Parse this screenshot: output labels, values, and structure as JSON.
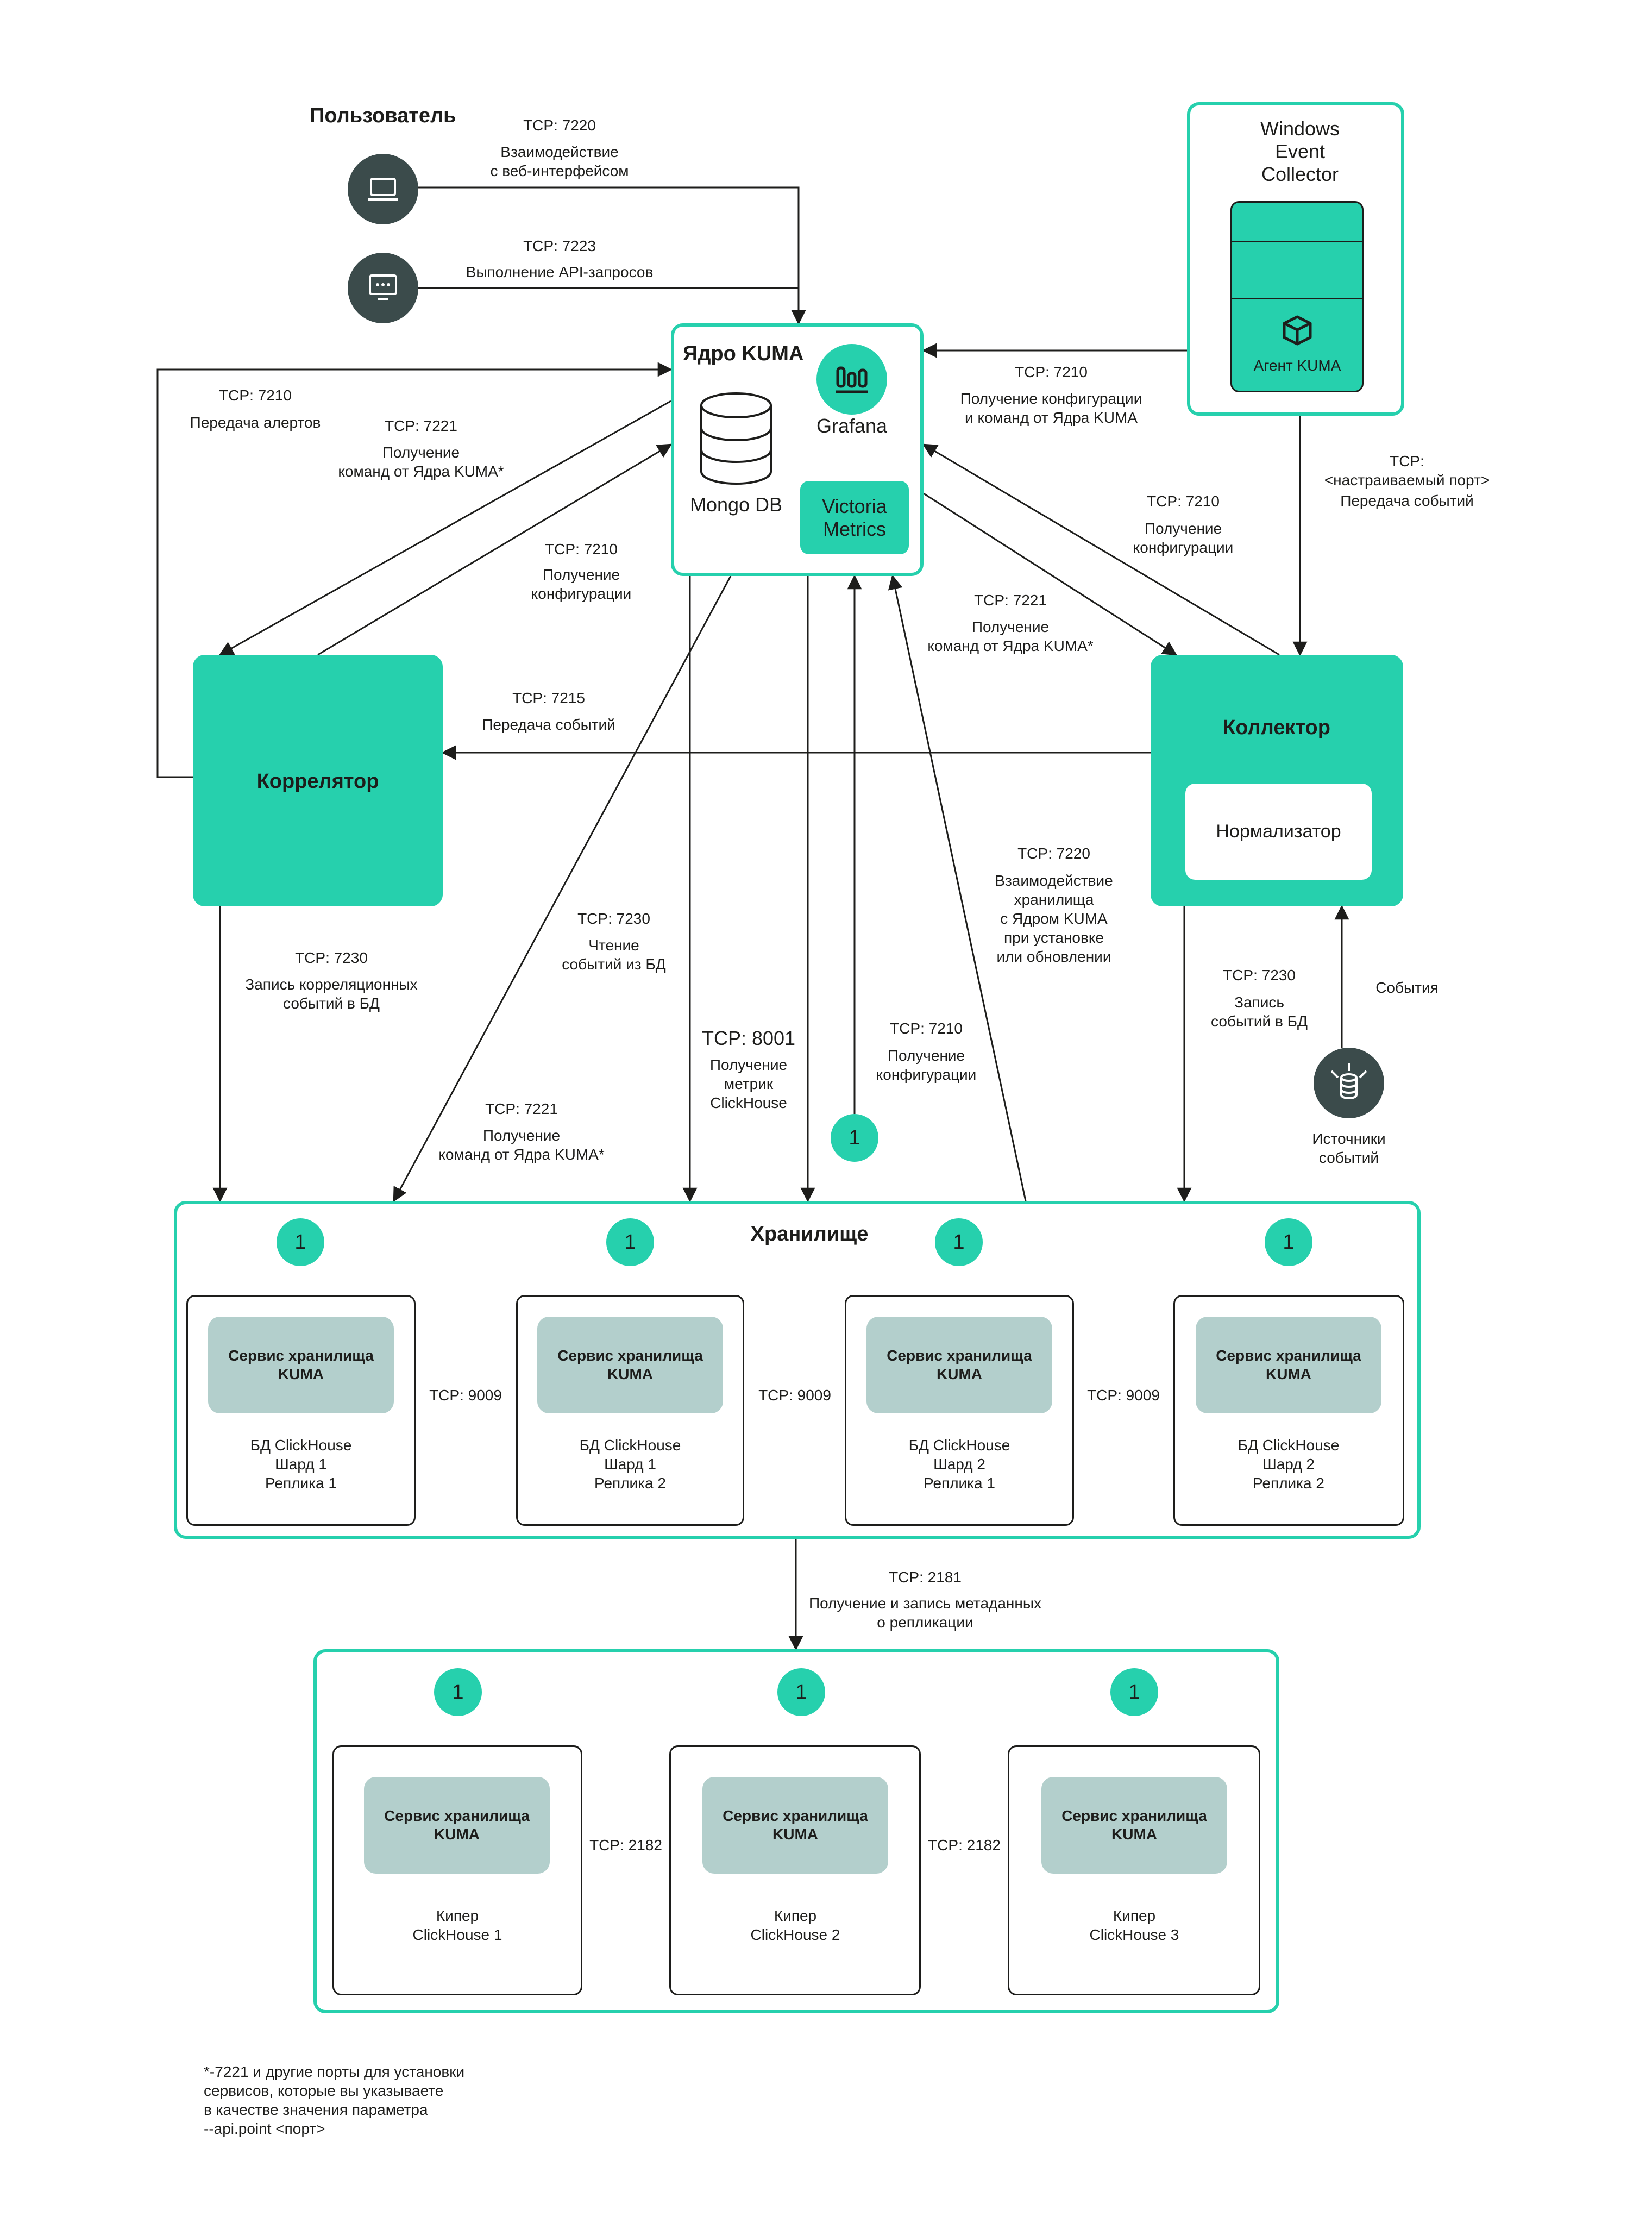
{
  "user": {
    "title": "Пользователь",
    "web": {
      "port": "TCP: 7220",
      "desc": "Взаимодействие\nс веб-интерфейсом"
    },
    "api": {
      "port": "TCP: 7223",
      "desc": "Выполнение API-запросов"
    }
  },
  "core": {
    "title": "Ядро KUMA",
    "mongo": "Mongo DB",
    "grafana": "Grafana",
    "victoria": "Victoria\nMetrics"
  },
  "wec": {
    "title": "Windows\nEvent\nCollector",
    "agent": "Агент KUMA"
  },
  "correlator": {
    "title": "Коррелятор"
  },
  "collector": {
    "title": "Коллектор",
    "normalizer": "Нормализатор"
  },
  "sources": {
    "title": "Источники\nсобытий",
    "events": "События"
  },
  "links": {
    "alerts": {
      "port": "TCP: 7210",
      "desc": "Передача алертов"
    },
    "corr_cmd": {
      "port": "TCP: 7221",
      "desc": "Получение\nкоманд от Ядра KUMA*"
    },
    "corr_cfg": {
      "port": "TCP: 7210",
      "desc": "Получение\nконфигурации"
    },
    "agent_cfg": {
      "port": "TCP: 7210",
      "desc": "Получение конфигурации\nи команд от Ядра KUMA"
    },
    "custom_port": {
      "port": "TCP:\n<настраиваемый порт>",
      "desc": "Передача событий"
    },
    "coll_cfg": {
      "port": "TCP: 7210",
      "desc": "Получение\nконфигурации"
    },
    "coll_cmd": {
      "port": "TCP: 7221",
      "desc": "Получение\nкоманд от Ядра KUMA*"
    },
    "event_tx": {
      "port": "TCP: 7215",
      "desc": "Передача событий"
    },
    "corr_write": {
      "port": "TCP: 7230",
      "desc": "Запись корреляционных\nсобытий в БД"
    },
    "read_events": {
      "port": "TCP: 7230",
      "desc": "Чтение\nсобытий из БД"
    },
    "metrics": {
      "port": "TCP: 8001",
      "desc": "Получение\nметрик\nClickHouse"
    },
    "store_cfg": {
      "port": "TCP: 7210",
      "desc": "Получение\nконфигурации"
    },
    "store_cmd": {
      "port": "TCP: 7221",
      "desc": "Получение\nкоманд от Ядра KUMA*"
    },
    "store_core": {
      "port": "TCP: 7220",
      "desc": "Взаимодействие\nхранилища\nс Ядром KUMA\nпри установке\nили обновлении"
    },
    "coll_write": {
      "port": "TCP: 7230",
      "desc": "Запись\nсобытий в БД"
    },
    "replication": {
      "port": "TCP: 2181",
      "desc": "Получение и запись метаданных\nо репликации"
    }
  },
  "storage": {
    "title": "Хранилище",
    "badge": "1",
    "service": "Сервис хранилища\nKUMA",
    "nodes": [
      "БД ClickHouse\nШард 1\nРеплика 1",
      "БД ClickHouse\nШард 1\nРеплика 2",
      "БД ClickHouse\nШард 2\nРеплика 1",
      "БД ClickHouse\nШард 2\nРеплика 2"
    ],
    "peer_port": "TCP: 9009"
  },
  "keepers": {
    "nodes": [
      "Кипер\nClickHouse 1",
      "Кипер\nClickHouse 2",
      "Кипер\nClickHouse 3"
    ],
    "peer_port": "TCP: 2182"
  },
  "footnote": "*-7221 и другие порты для установки\nсервисов, которые вы указываете\nв качестве значения параметра\n --api.point <порт>",
  "colors": {
    "accent": "#26d0ad",
    "dark": "#3b4b4b",
    "service": "#b3cfcc",
    "line": "#1d1d1b"
  }
}
